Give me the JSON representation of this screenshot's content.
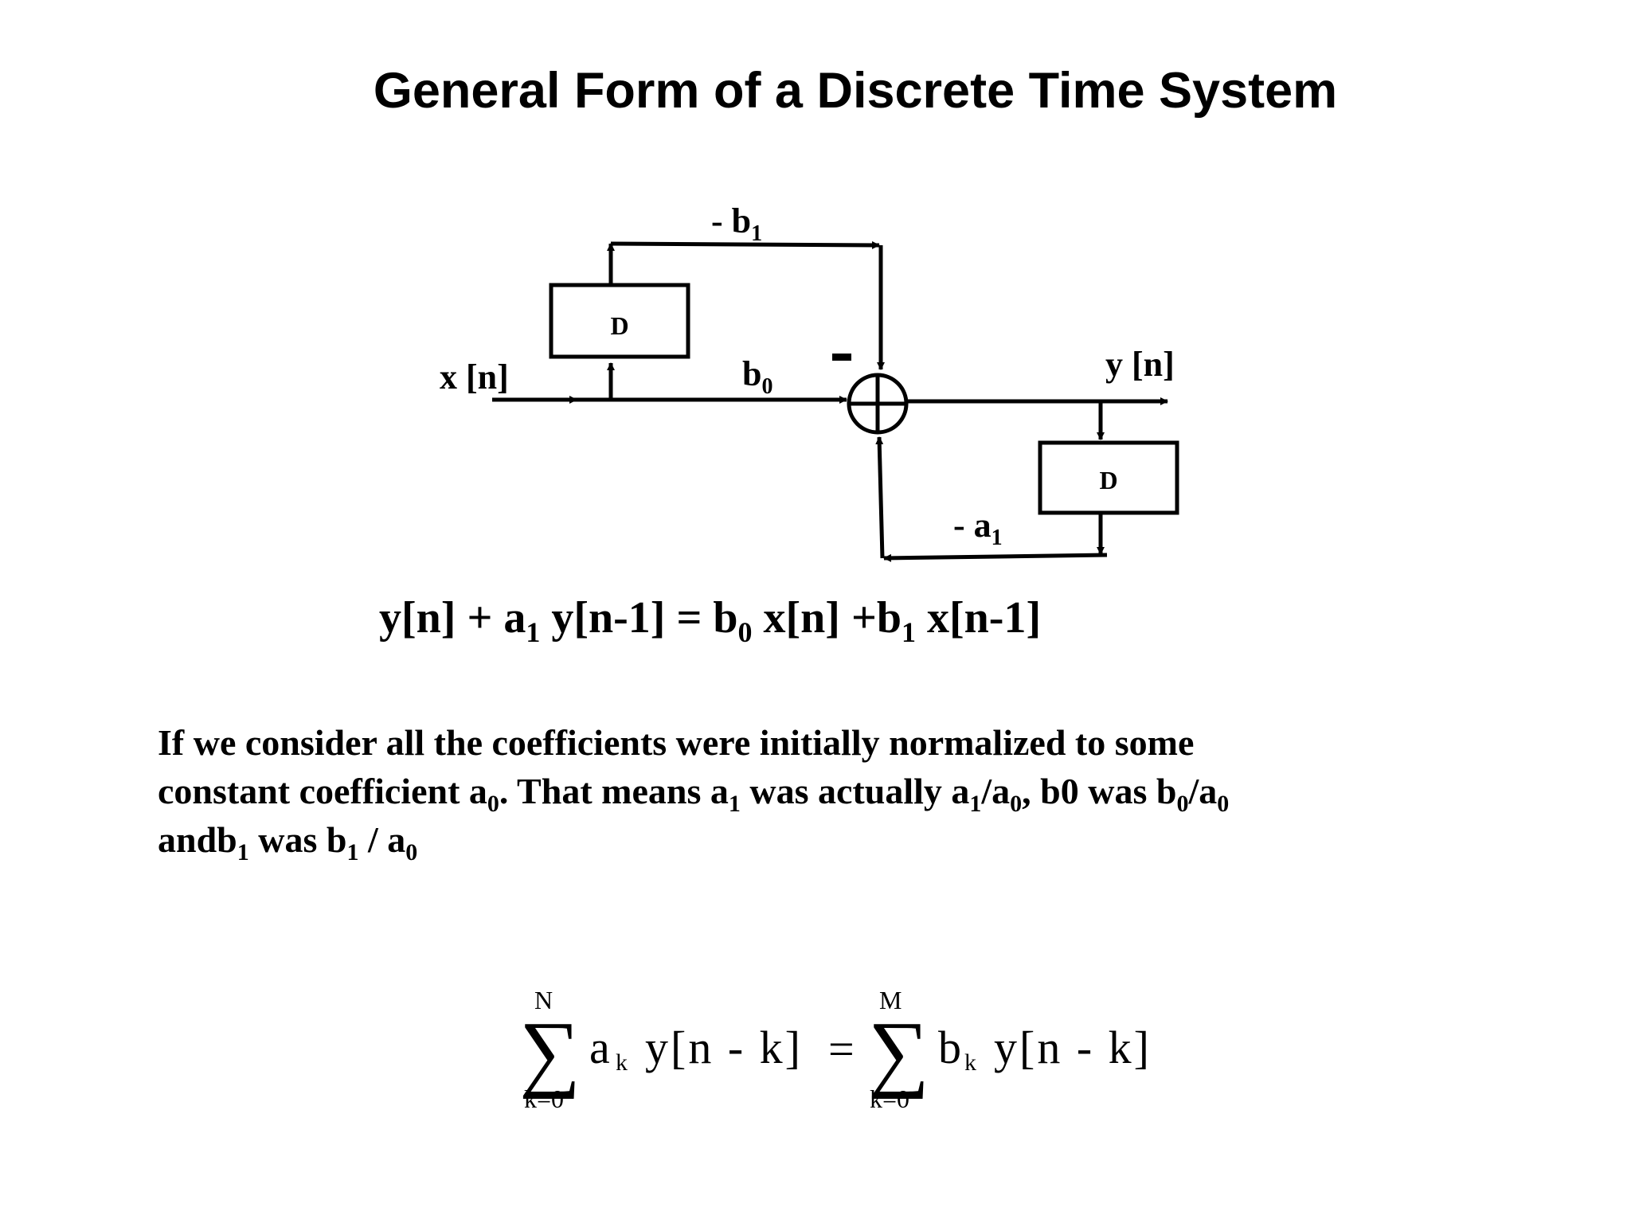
{
  "title": "General Form of a Discrete Time System",
  "diagram": {
    "input_label": "x [n]",
    "output_label": "y [n]",
    "delay_top_label": "D",
    "delay_bottom_label": "D",
    "gain_top": {
      "text": "- b",
      "sub": "1"
    },
    "gain_direct": {
      "text": "b",
      "sub": "0"
    },
    "gain_feedback": {
      "text": "- a",
      "sub": "1"
    },
    "minus_sign": "-"
  },
  "equation1": {
    "p1": "y[n] + a",
    "s1": "1",
    "p2": " y[n-1] =  b",
    "s2": "0",
    "p3": " x[n] +b",
    "s3": "1",
    "p4": " x[n-1]"
  },
  "paragraph": {
    "l1": "If we consider all the coefficients  were initially normalized to some",
    "l2_a": "constant coefficient a",
    "l2_s1": "0",
    "l2_b": ". That  means a",
    "l2_s2": "1",
    "l2_c": " was actually a",
    "l2_s3": "1",
    "l2_d": "/a",
    "l2_s4": "0",
    "l2_e": ",  b0 was b",
    "l2_s5": "0",
    "l2_f": "/a",
    "l2_s6": "0",
    "l3_a": "andb",
    "l3_s1": "1",
    "l3_b": " was b",
    "l3_s2": "1",
    "l3_c": " / a",
    "l3_s3": "0"
  },
  "formula": {
    "sigma": "∑",
    "left_upper": "N",
    "left_lower": "k=0",
    "left_coef": "a",
    "left_coef_sub": "k",
    "left_term": "y[n - k]",
    "equals": "=",
    "right_upper": "M",
    "right_lower": "k=0",
    "right_coef": "b",
    "right_coef_sub": "k",
    "right_term": "y[n - k]"
  }
}
